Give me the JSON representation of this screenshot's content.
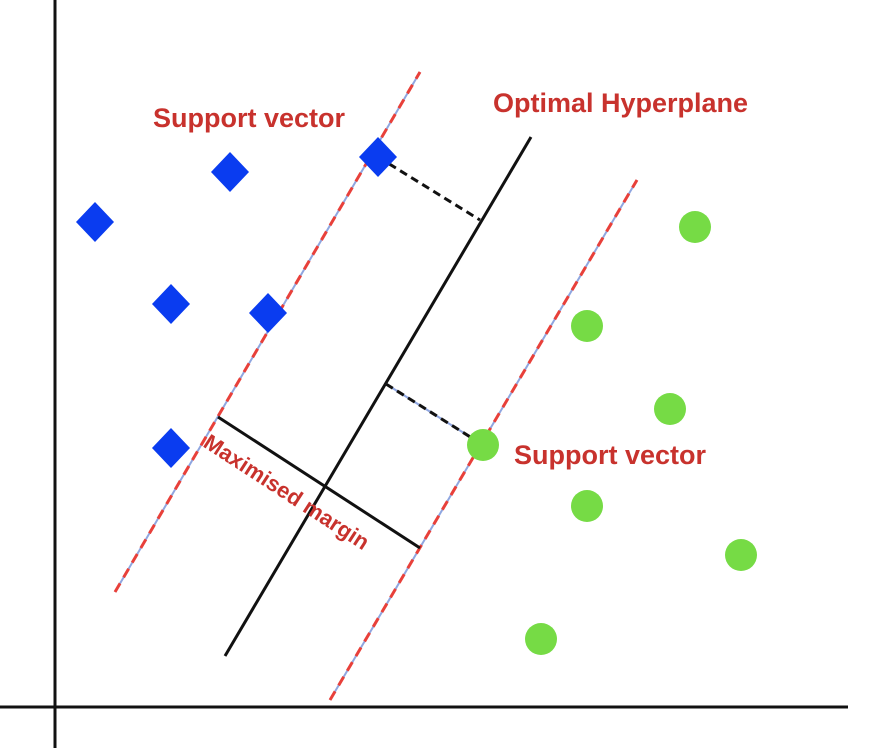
{
  "labels": {
    "support_vector_top": "Support vector",
    "optimal_hyperplane": "Optimal Hyperplane",
    "support_vector_right": "Support vector",
    "maximised_margin": "Maximised margin"
  },
  "colors": {
    "label_red": "#c8322d",
    "margin_dash_red": "#e8403a",
    "margin_dash_blue": "#8fa6e0",
    "class_a_blue": "#0a3cf0",
    "class_b_green": "#76db45",
    "line_black": "#111111"
  },
  "classes": {
    "class_a": {
      "shape": "diamond"
    },
    "class_b": {
      "shape": "circle"
    }
  }
}
